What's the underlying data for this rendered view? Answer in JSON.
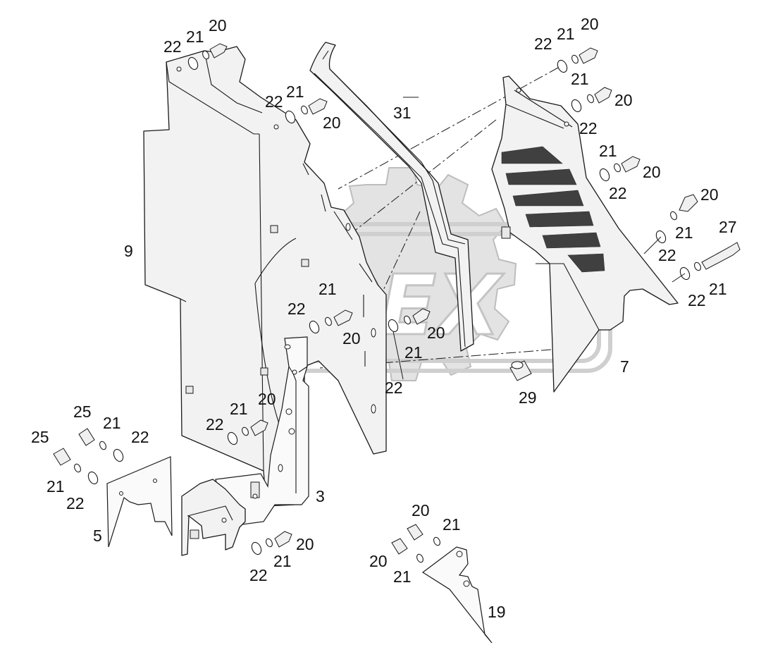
{
  "watermark": {
    "text": "OPEX"
  },
  "callouts": [
    {
      "id": "c-20-a",
      "text": "20"
    },
    {
      "id": "c-21-a",
      "text": "21"
    },
    {
      "id": "c-22-a",
      "text": "22"
    },
    {
      "id": "c-21-b",
      "text": "21"
    },
    {
      "id": "c-22-b",
      "text": "22"
    },
    {
      "id": "c-20-b",
      "text": "20"
    },
    {
      "id": "c-31",
      "text": "31"
    },
    {
      "id": "c-20-c",
      "text": "20"
    },
    {
      "id": "c-21-c",
      "text": "21"
    },
    {
      "id": "c-22-c",
      "text": "22"
    },
    {
      "id": "c-21-d",
      "text": "21"
    },
    {
      "id": "c-20-d",
      "text": "20"
    },
    {
      "id": "c-22-d",
      "text": "22"
    },
    {
      "id": "c-21-e",
      "text": "21"
    },
    {
      "id": "c-20-e",
      "text": "20"
    },
    {
      "id": "c-22-e",
      "text": "22"
    },
    {
      "id": "c-20-f",
      "text": "20"
    },
    {
      "id": "c-21-f",
      "text": "21"
    },
    {
      "id": "c-22-f",
      "text": "22"
    },
    {
      "id": "c-27",
      "text": "27"
    },
    {
      "id": "c-21-g",
      "text": "21"
    },
    {
      "id": "c-22-g",
      "text": "22"
    },
    {
      "id": "c-9",
      "text": "9"
    },
    {
      "id": "c-21-h",
      "text": "21"
    },
    {
      "id": "c-22-h",
      "text": "22"
    },
    {
      "id": "c-20-h",
      "text": "20"
    },
    {
      "id": "c-20-i",
      "text": "20"
    },
    {
      "id": "c-21-i",
      "text": "21"
    },
    {
      "id": "c-22-i",
      "text": "22"
    },
    {
      "id": "c-7",
      "text": "7"
    },
    {
      "id": "c-29",
      "text": "29"
    },
    {
      "id": "c-21-j",
      "text": "21"
    },
    {
      "id": "c-20-j",
      "text": "20"
    },
    {
      "id": "c-22-j",
      "text": "22"
    },
    {
      "id": "c-25-a",
      "text": "25"
    },
    {
      "id": "c-21-k",
      "text": "21"
    },
    {
      "id": "c-22-k",
      "text": "22"
    },
    {
      "id": "c-25-b",
      "text": "25"
    },
    {
      "id": "c-21-l",
      "text": "21"
    },
    {
      "id": "c-22-l",
      "text": "22"
    },
    {
      "id": "c-5",
      "text": "5"
    },
    {
      "id": "c-3",
      "text": "3"
    },
    {
      "id": "c-20-m",
      "text": "20"
    },
    {
      "id": "c-21-m",
      "text": "21"
    },
    {
      "id": "c-22-m",
      "text": "22"
    },
    {
      "id": "c-20-n",
      "text": "20"
    },
    {
      "id": "c-21-n",
      "text": "21"
    },
    {
      "id": "c-20-o",
      "text": "20"
    },
    {
      "id": "c-21-o",
      "text": "21"
    },
    {
      "id": "c-19",
      "text": "19"
    }
  ]
}
